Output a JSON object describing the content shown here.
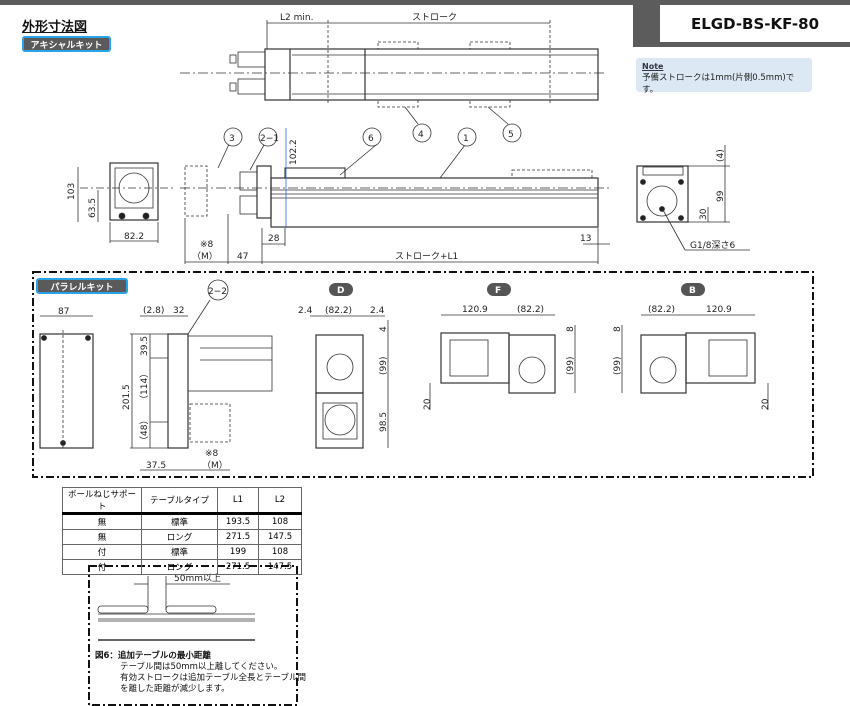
{
  "title": "ELGD-BS-KF-80",
  "heading": "外形寸法図",
  "note": {
    "label": "Note",
    "text": "予備ストロークは1mm(片側0.5mm)です。"
  },
  "kits": {
    "axial": "アキシャルキット",
    "parallel": "パラレルキット"
  },
  "top_view": {
    "l2": "L2 min.",
    "stroke": "ストローク",
    "callouts": [
      "4",
      "5"
    ]
  },
  "side_view": {
    "callouts": [
      "3",
      "2−1",
      "6",
      "1"
    ],
    "dim_102_2": "102.2",
    "dim_28": "28",
    "dim_13": "13",
    "dim_m": "※8",
    "dim_m2": "（M）",
    "dim_47": "47",
    "dim_stroke_l1": "ストローク+L1"
  },
  "end_left": {
    "h103": "103",
    "h63_5": "63.5",
    "w82_2": "82.2"
  },
  "end_right": {
    "d4": "(4)",
    "d99": "99",
    "d30": "30",
    "port": "G1/8深さ6"
  },
  "parallel": {
    "left": {
      "w87": "87"
    },
    "side": {
      "callout": "2−2",
      "d2_8": "(2.8)",
      "d32": "32",
      "d201_5": "201.5",
      "d39_5": "39.5",
      "d114": "（114）",
      "d48": "（48）",
      "d37_5": "37.5",
      "m1": "※8",
      "m2": "（M）"
    },
    "D": {
      "label": "D",
      "d2_4a": "2.4",
      "d82_2": "(82.2)",
      "d2_4b": "2.4",
      "d4": "4",
      "d99": "(99)",
      "d98_5": "98.5"
    },
    "F": {
      "label": "F",
      "d120_9": "120.9",
      "d82_2": "(82.2)",
      "d8": "8",
      "d99": "(99)",
      "d20": "20"
    },
    "B": {
      "label": "B",
      "d82_2": "(82.2)",
      "d120_9": "120.9",
      "d8": "8",
      "d99": "(99)",
      "d20": "20"
    }
  },
  "table": {
    "headers": [
      "ボールねじサポート",
      "テーブルタイプ",
      "L1",
      "L2"
    ],
    "rows": [
      [
        "無",
        "標準",
        "193.5",
        "108"
      ],
      [
        "無",
        "ロング",
        "271.5",
        "147.5"
      ],
      [
        "付",
        "標準",
        "199",
        "108"
      ],
      [
        "付",
        "ロング",
        "271.5",
        "147.5"
      ]
    ]
  },
  "fig6": {
    "dim": "50mm以上",
    "title": "図6：追加テーブルの最小距離",
    "lines": [
      "テーブル間は50mm以上離してください。",
      "有効ストロークは追加テーブル全長とテーブル間",
      "を離した距離が減少します。"
    ]
  }
}
